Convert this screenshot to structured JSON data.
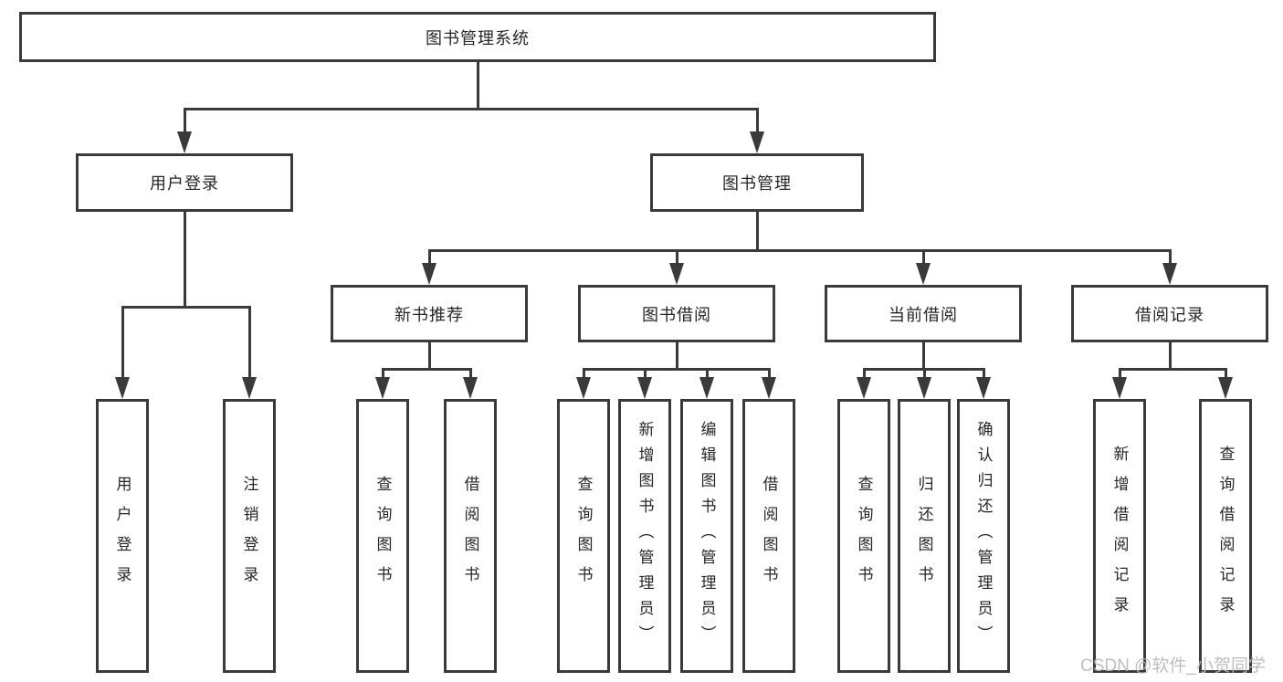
{
  "nodes": {
    "root": {
      "label": "图书管理系统"
    },
    "level2": [
      {
        "label": "用户登录"
      },
      {
        "label": "图书管理"
      }
    ],
    "level3": [
      {
        "label": "新书推荐"
      },
      {
        "label": "图书借阅"
      },
      {
        "label": "当前借阅"
      },
      {
        "label": "借阅记录"
      }
    ],
    "level4": {
      "user_login": [
        "用户登录",
        "注销登录"
      ],
      "new_book": [
        "查询图书",
        "借阅图书"
      ],
      "book_borrow": [
        "查询图书",
        "新增图书（管理员）",
        "编辑图书（管理员）",
        "借阅图书"
      ],
      "current_borrow": [
        "查询图书",
        "归还图书",
        "确认归还（管理员）"
      ],
      "borrow_records": [
        "新增借阅记录",
        "查询借阅记录"
      ]
    }
  },
  "watermark": "CSDN @软件_小贺同学",
  "colors": {
    "line": "#3a3a3a",
    "box_border": "#3a3a3a",
    "text": "#262626",
    "watermark": "#b9b9b9",
    "background": "#ffffff"
  }
}
